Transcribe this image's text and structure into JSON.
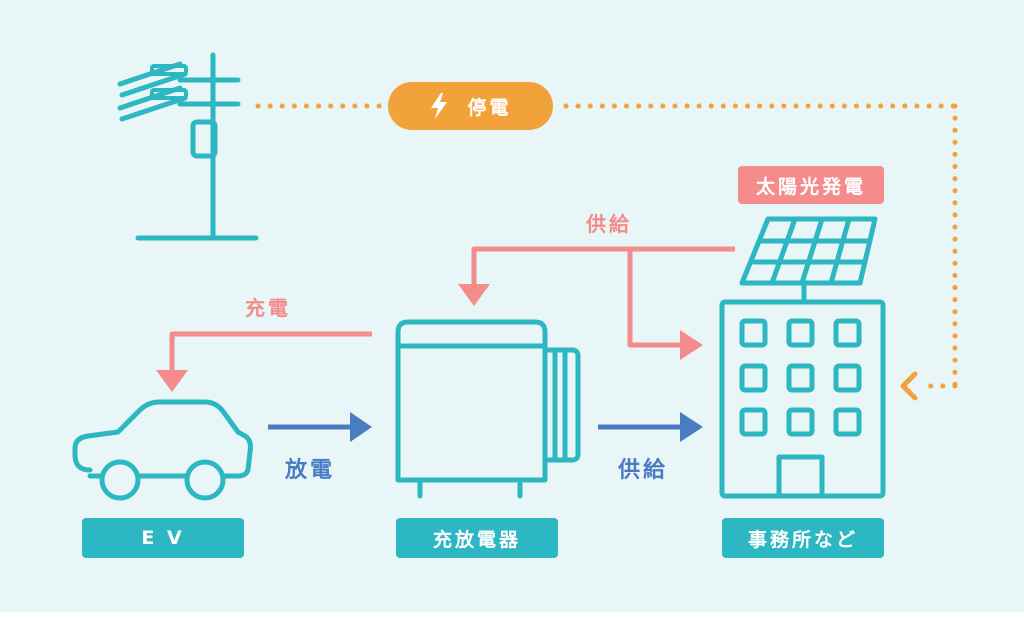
{
  "outage": {
    "label": "停電",
    "color": "#f1a23b"
  },
  "solar": {
    "label": "太陽光発電"
  },
  "flows": {
    "supply_from_solar": "供給",
    "charge": "充電",
    "discharge": "放電",
    "supply_to_office": "供給"
  },
  "nodes": {
    "ev": "E V",
    "charger": "充放電器",
    "office": "事務所など"
  },
  "icons": [
    "utility-pole-icon",
    "lightning-icon",
    "solar-panel-icon",
    "office-building-icon",
    "charger-icon",
    "car-icon"
  ],
  "colors": {
    "teal": "#2cb7c2",
    "pink": "#f48c8b",
    "blue": "#4a7cc3",
    "orange": "#f1a23b",
    "background": "#e9f6f7"
  }
}
